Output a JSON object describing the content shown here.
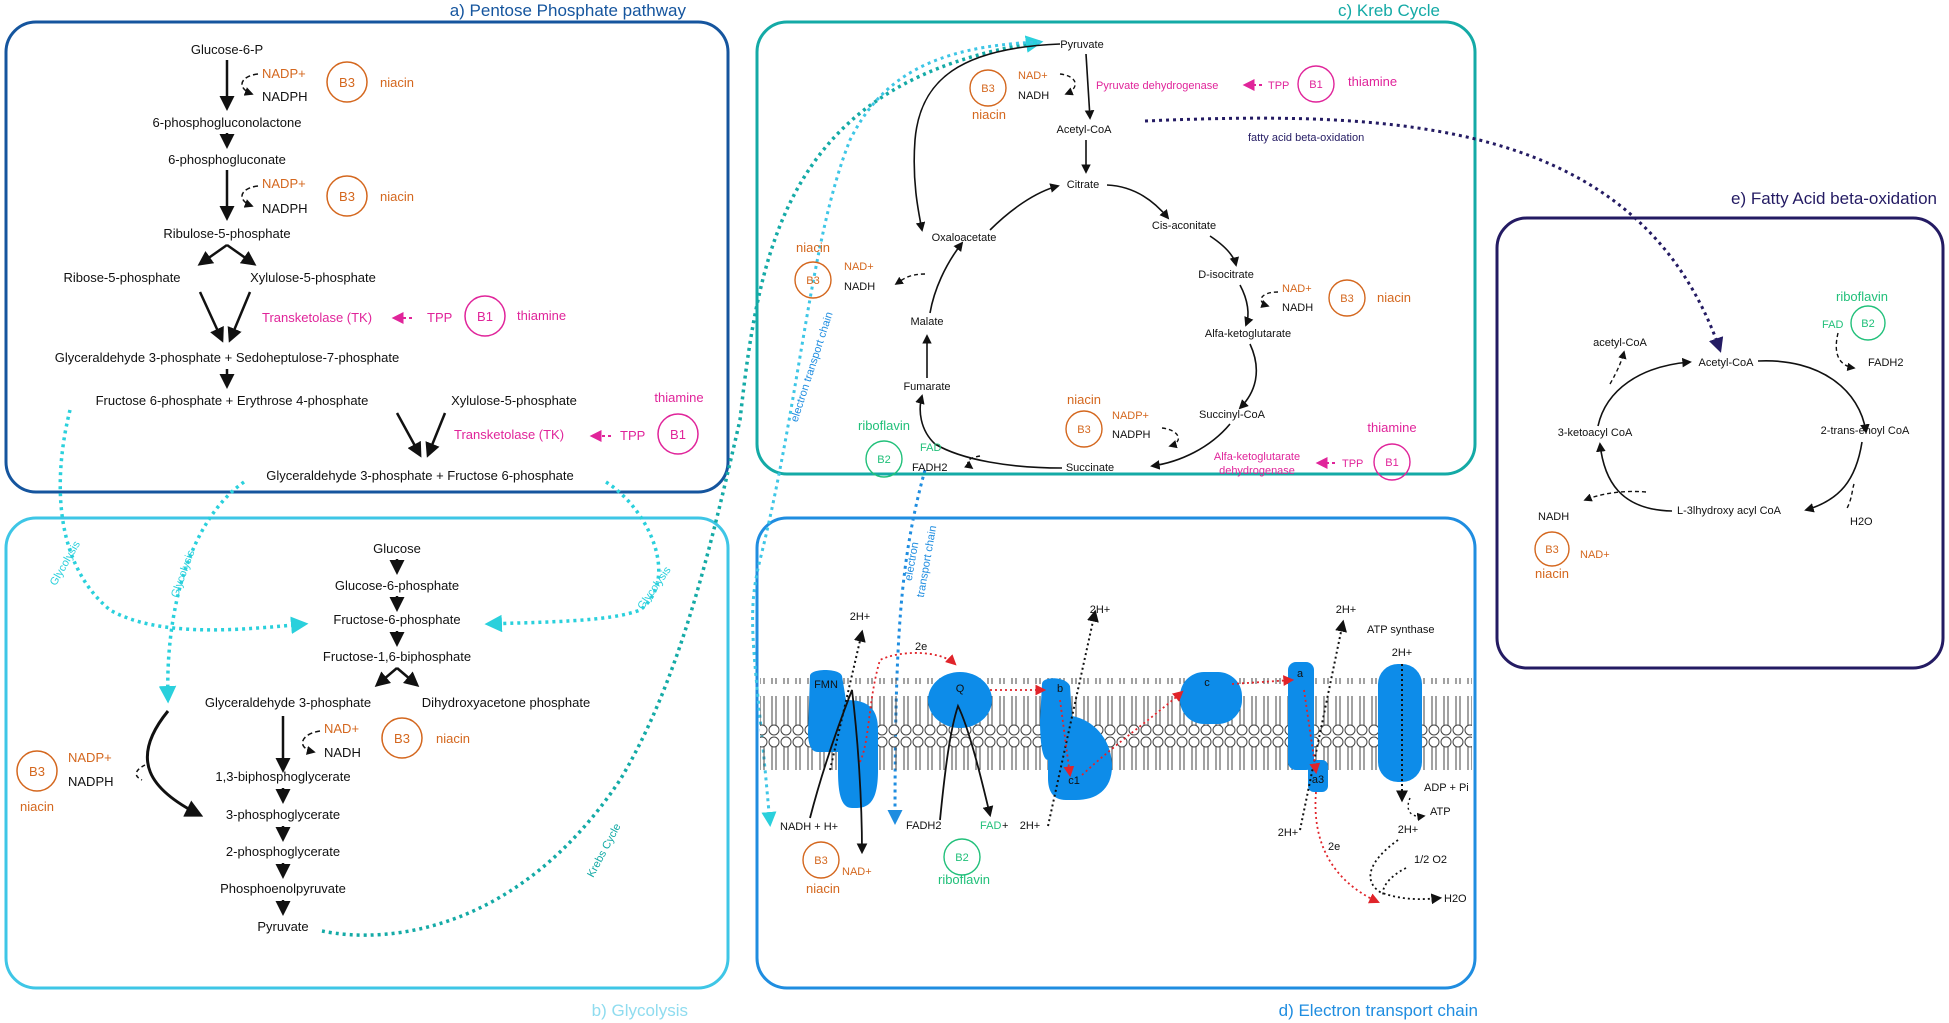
{
  "panels": {
    "ppp_title": "a) Pentose Phosphate pathway",
    "glyc_title": "b) Glycolysis",
    "krebs_title": "c) Kreb Cycle",
    "etc_title": "d) Electron transport chain",
    "fao_title": "e) Fatty Acid beta-oxidation"
  },
  "vitamins": {
    "b3": "B3",
    "b1": "B1",
    "b2": "B2",
    "niacin": "niacin",
    "thiamine": "thiamine",
    "riboflavin": "riboflavin",
    "tpp": "TPP",
    "nadp": "NADP+",
    "nadph": "NADPH",
    "nad": "NAD+",
    "nadh": "NADH",
    "fad": "FAD",
    "fadh2": "FADH2"
  },
  "ppp": {
    "g6p": "Glucose-6-P",
    "pgl": "6-phosphogluconolactone",
    "pg": "6-phosphogluconate",
    "ru5p": "Ribulose-5-phosphate",
    "r5p": "Ribose-5-phosphate",
    "xu5p": "Xylulose-5-phosphate",
    "tk": "Transketolase (TK)",
    "g3p_s7p": "Glyceraldehyde 3-phosphate + Sedoheptulose-7-phosphate",
    "f6p_e4p": "Fructose 6-phosphate + Erythrose 4-phosphate",
    "xu5p2": "Xylulose-5-phosphate",
    "g3p_f6p": "Glyceraldehyde 3-phosphate + Fructose 6-phosphate"
  },
  "glycolysis": {
    "glucose": "Glucose",
    "g6p": "Glucose-6-phosphate",
    "f6p": "Fructose-6-phosphate",
    "fbp": "Fructose-1,6-biphosphate",
    "g3p": "Glyceraldehyde 3-phosphate",
    "dhap": "Dihydroxyacetone phosphate",
    "bpg": "1,3-biphosphoglycerate",
    "pg3": "3-phosphoglycerate",
    "pg2": "2-phosphoglycerate",
    "pep": "Phosphoenolpyruvate",
    "pyruvate": "Pyruvate"
  },
  "links": {
    "glycolysis": "Glycolysis",
    "krebs": "Krebs Cycle",
    "etc": "electron transport chain",
    "etc2a": "electron",
    "etc2b": "transport chain",
    "fabo": "fatty acid beta-oxidation"
  },
  "krebs": {
    "pyruvate": "Pyruvate",
    "pdh": "Pyruvate dehydrogenase",
    "acetyl_coa": "Acetyl-CoA",
    "citrate": "Citrate",
    "cis": "Cis-aconitate",
    "iso": "D-isocitrate",
    "akg": "Alfa-ketoglutarate",
    "succoa": "Succinyl-CoA",
    "succ": "Succinate",
    "fum": "Fumarate",
    "mal": "Malate",
    "oaa": "Oxaloacetate",
    "akgdh1": "Alfa-ketoglutarate",
    "akgdh2": "dehydrogenase"
  },
  "etc": {
    "fmn": "FMN",
    "q": "Q",
    "b": "b",
    "c1": "c1",
    "c": "c",
    "a": "a",
    "a3": "a3",
    "h2_1": "2H+",
    "h2_2": "2H+",
    "h2_3": "2H+",
    "h2_4": "2H+",
    "h2_5": "2H+",
    "h2_6": "2H+",
    "h2_7": "2H+",
    "two_e": "2e",
    "nadh_h": "NADH +  H+",
    "fadh2": "FADH2",
    "plus": "+",
    "atp_synthase": "ATP synthase",
    "adp_pi": "ADP + Pi",
    "atp": "ATP",
    "half_o2": "1/2 O2",
    "h2o": "H2O"
  },
  "fao": {
    "acetyl_coa": "Acetyl-CoA",
    "acetyl_coa_out": "acetyl-CoA",
    "enoyl": "2-trans-enoyl CoA",
    "hydroxy": "L-3lhydroxy acyl CoA",
    "ketoacyl": "3-ketoacyl CoA",
    "h2o": "H2O"
  },
  "colors": {
    "ppp": "#15559e",
    "glycolysis": "#3ec6e6",
    "krebs": "#14aaa6",
    "etc": "#1f8de0",
    "fao": "#241b63",
    "protein": "#0d8ce9",
    "orange": "#d4671e",
    "pink": "#e0249a",
    "green": "#21c07a"
  }
}
